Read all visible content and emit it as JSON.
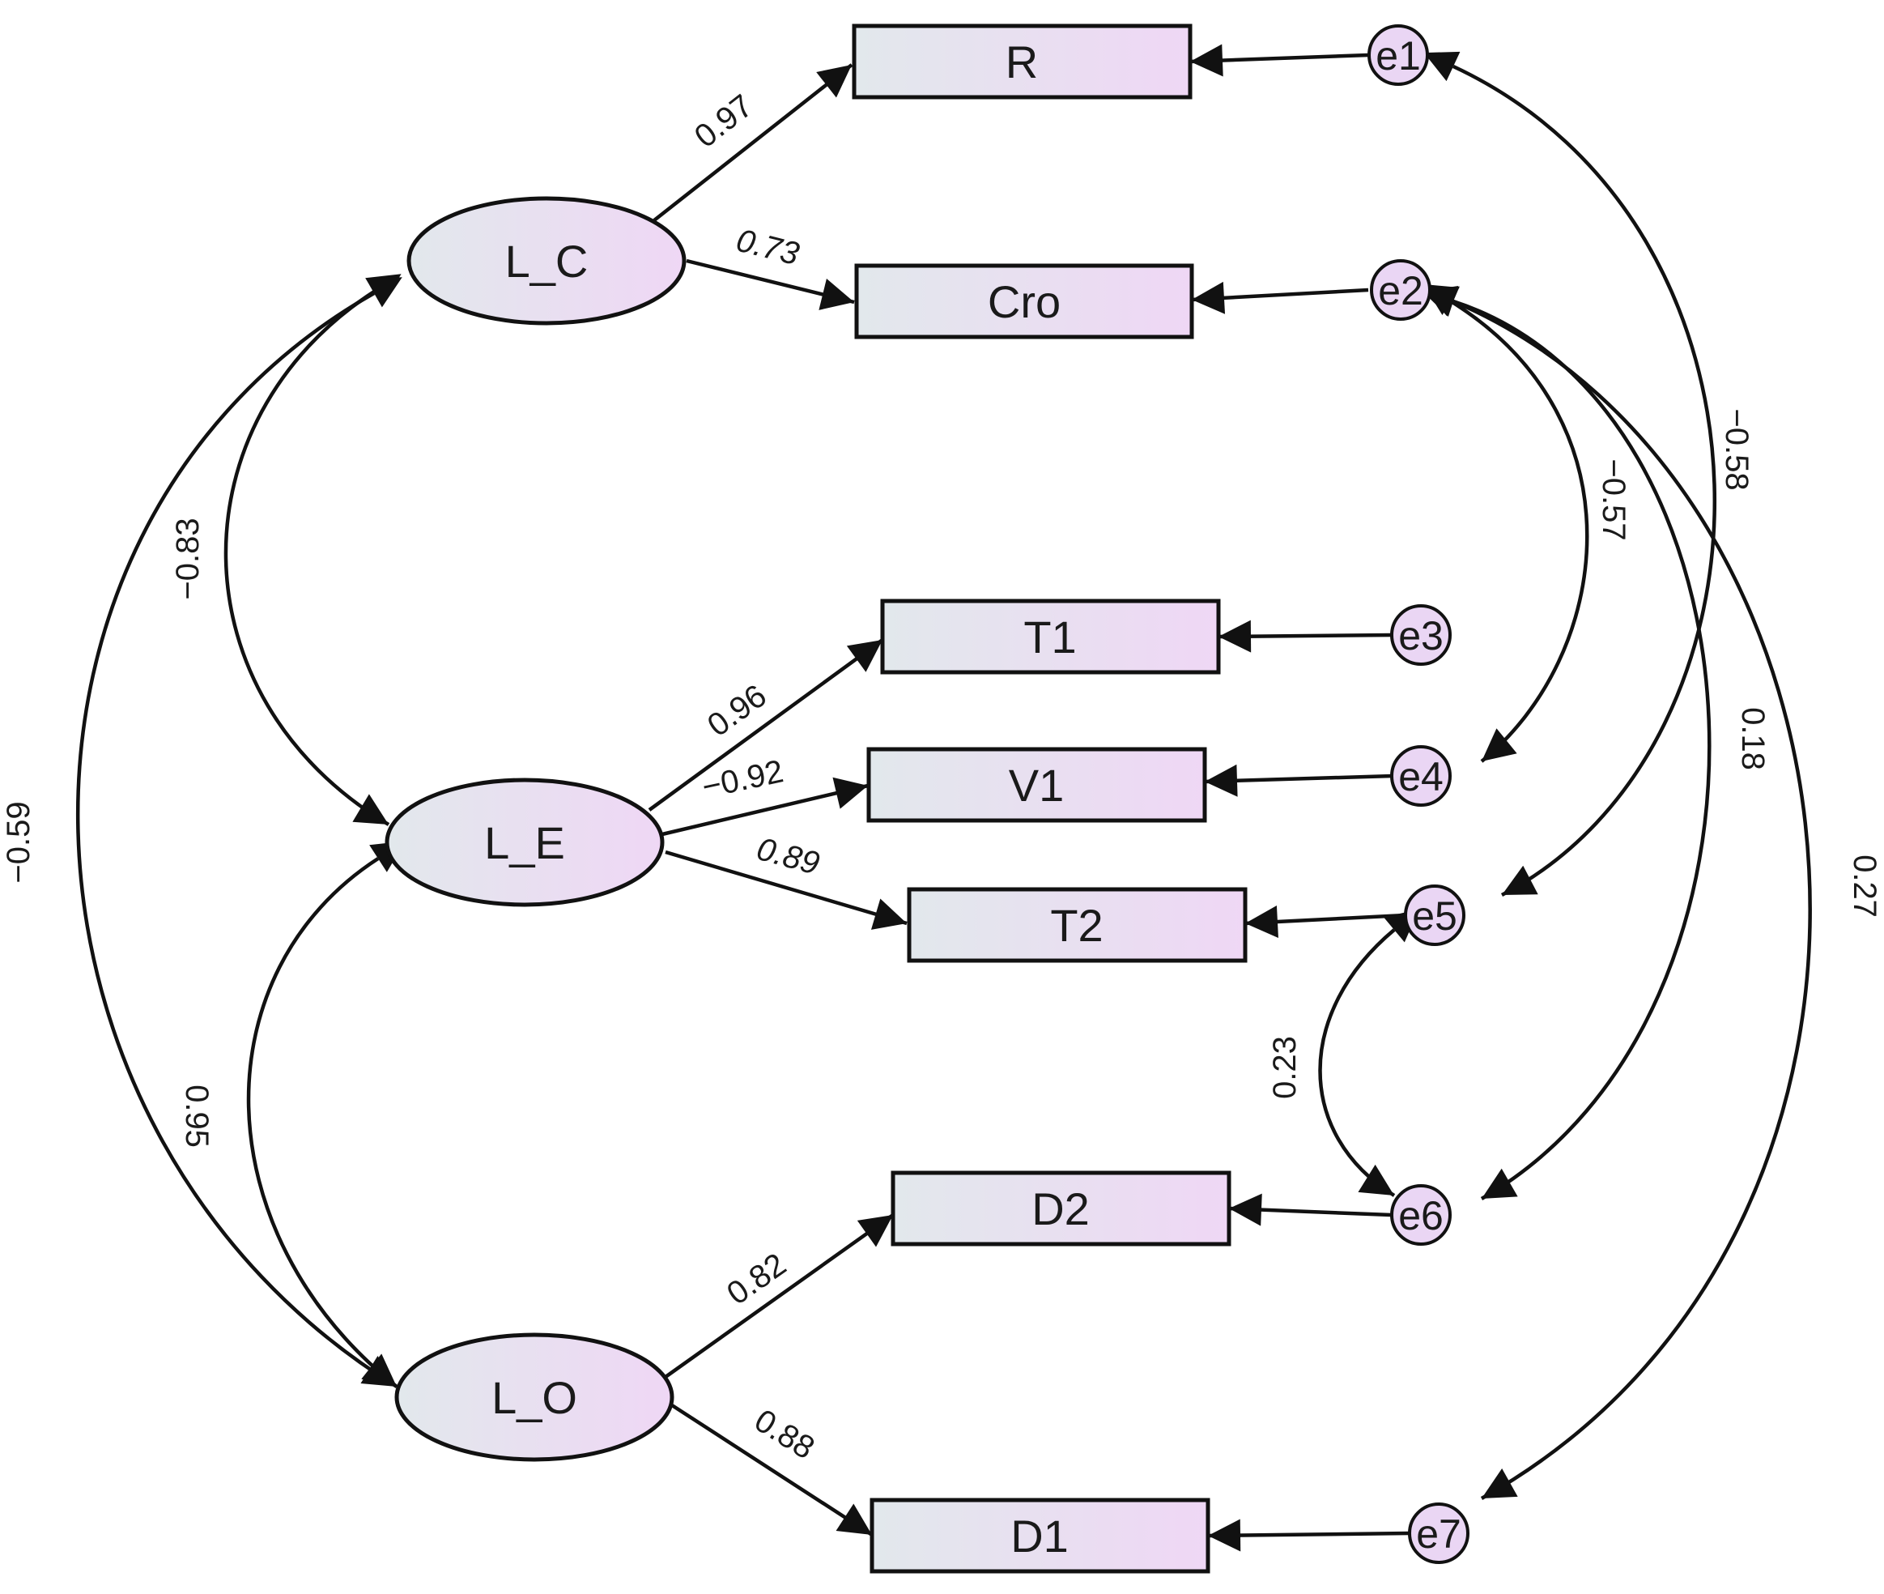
{
  "colors": {
    "fill_start": "#e2e8ec",
    "fill_end": "#efd7f5",
    "error_fill": "#ead6f4",
    "stroke": "#111111",
    "background": "#ffffff"
  },
  "latent": {
    "lc": "L_C",
    "le": "L_E",
    "lo": "L_O"
  },
  "observed": {
    "r": "R",
    "cro": "Cro",
    "t1": "T1",
    "v1": "V1",
    "t2": "T2",
    "d2": "D2",
    "d1": "D1"
  },
  "errors": {
    "e1": "e1",
    "e2": "e2",
    "e3": "e3",
    "e4": "e4",
    "e5": "e5",
    "e6": "e6",
    "e7": "e7"
  },
  "loadings": {
    "lc_r": "0.97",
    "lc_cro": "0.73",
    "le_t1": "0.96",
    "le_v1": "−0.92",
    "le_t2": "0.89",
    "lo_d2": "0.82",
    "lo_d1": "0.88"
  },
  "latent_covariances": {
    "lc_le": "−0.83",
    "lc_lo": "−0.59",
    "le_lo": "0.95"
  },
  "error_covariances": {
    "e1_e5": "−0.58",
    "e2_e4": "−0.57",
    "e2_e6": "0.18",
    "e2_e7": "0.27",
    "e5_e6": "0.23"
  }
}
